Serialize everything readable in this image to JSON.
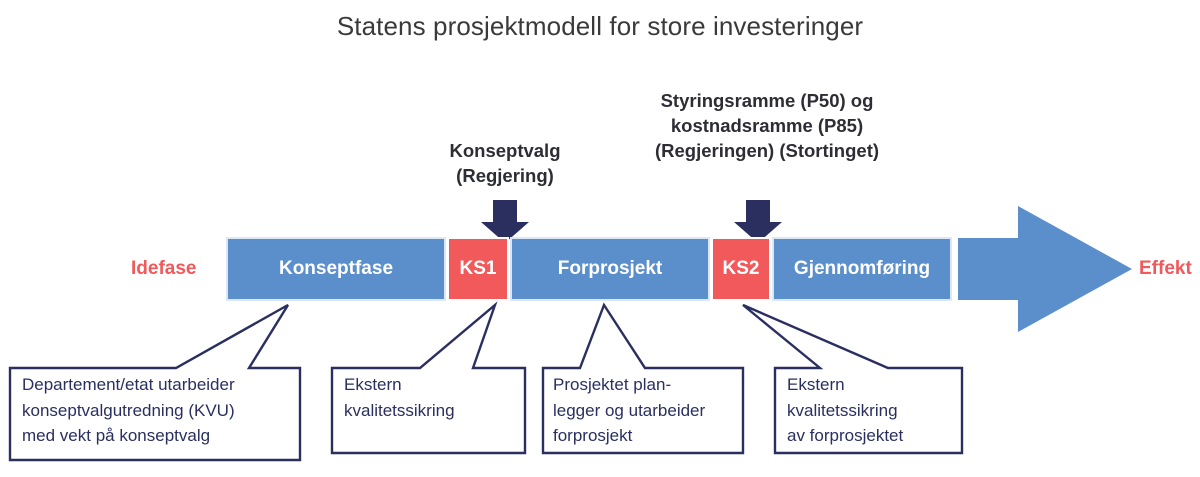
{
  "title": "Statens prosjektmodell for store investeringer",
  "colors": {
    "phase_blue": "#5b8fcc",
    "gate_red": "#f1595b",
    "navy": "#2a2f60",
    "accent_red_text": "#f1595b",
    "title_gray": "#3a3a3a",
    "bar_stroke": "#dce7f4"
  },
  "milestones": [
    {
      "id": "ks1",
      "text": "Konseptvalg\n(Regjering)"
    },
    {
      "id": "ks2",
      "text": "Styringsramme (P50) og\nkostnadsramme (P85)\n(Regjeringen)\n(Stortinget)"
    }
  ],
  "timeline": {
    "start_label": "Idefase",
    "end_label": "Effekt",
    "blocks": [
      {
        "id": "konseptfase",
        "label": "Konseptfase",
        "type": "phase"
      },
      {
        "id": "ks1",
        "label": "KS1",
        "type": "gate"
      },
      {
        "id": "forprosjekt",
        "label": "Forprosjekt",
        "type": "phase"
      },
      {
        "id": "ks2",
        "label": "KS2",
        "type": "gate"
      },
      {
        "id": "gjennomforing",
        "label": "Gjennomføring",
        "type": "phase"
      }
    ]
  },
  "callouts": [
    {
      "id": "kvu",
      "text": "Departement/etat utarbeider\nkonseptvalgutredning (KVU)\nmed vekt på konseptvalg"
    },
    {
      "id": "ks1-desc",
      "text": "Ekstern\nkvalitetssikring"
    },
    {
      "id": "fp-desc",
      "text": "Prosjektet plan-\nlegger og utarbeider\nforprosjekt"
    },
    {
      "id": "ks2-desc",
      "text": "Ekstern\nkvalitetssikring\nav forprosjektet"
    }
  ]
}
